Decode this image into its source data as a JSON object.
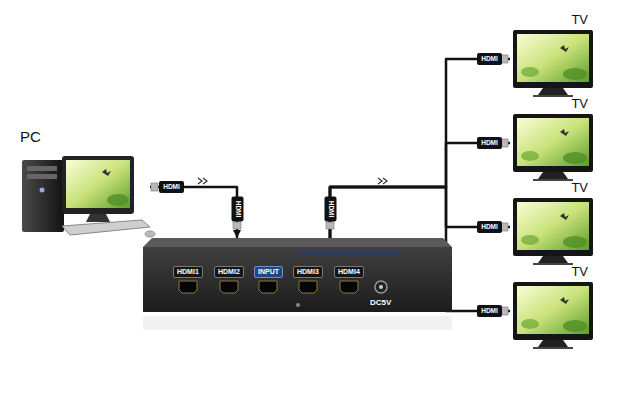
{
  "diagram": {
    "nodes": [
      {
        "text": [
          "PC"
        ]
      },
      {
        "text": [
          "HDMI1",
          "HDMI2",
          "INPUT",
          "HDMI3",
          "HDMI4",
          "DC5V"
        ]
      },
      {
        "text": [
          "TV"
        ]
      },
      {
        "text": [
          "TV"
        ]
      },
      {
        "text": [
          "TV"
        ]
      },
      {
        "text": [
          "TV"
        ]
      }
    ],
    "edges": [
      {
        "from": 0,
        "to": 1,
        "arrow": "to"
      },
      {
        "from": 1,
        "to": 2,
        "arrow": "to"
      },
      {
        "from": 1,
        "to": 3,
        "arrow": "to"
      },
      {
        "from": 1,
        "to": 4,
        "arrow": "to"
      },
      {
        "from": 1,
        "to": 5,
        "arrow": "to"
      }
    ],
    "labels": [
      "HDMI",
      "HDMI",
      "HDMI",
      "HDMI",
      "HDMI",
      "HDMI",
      "HDMI"
    ]
  }
}
